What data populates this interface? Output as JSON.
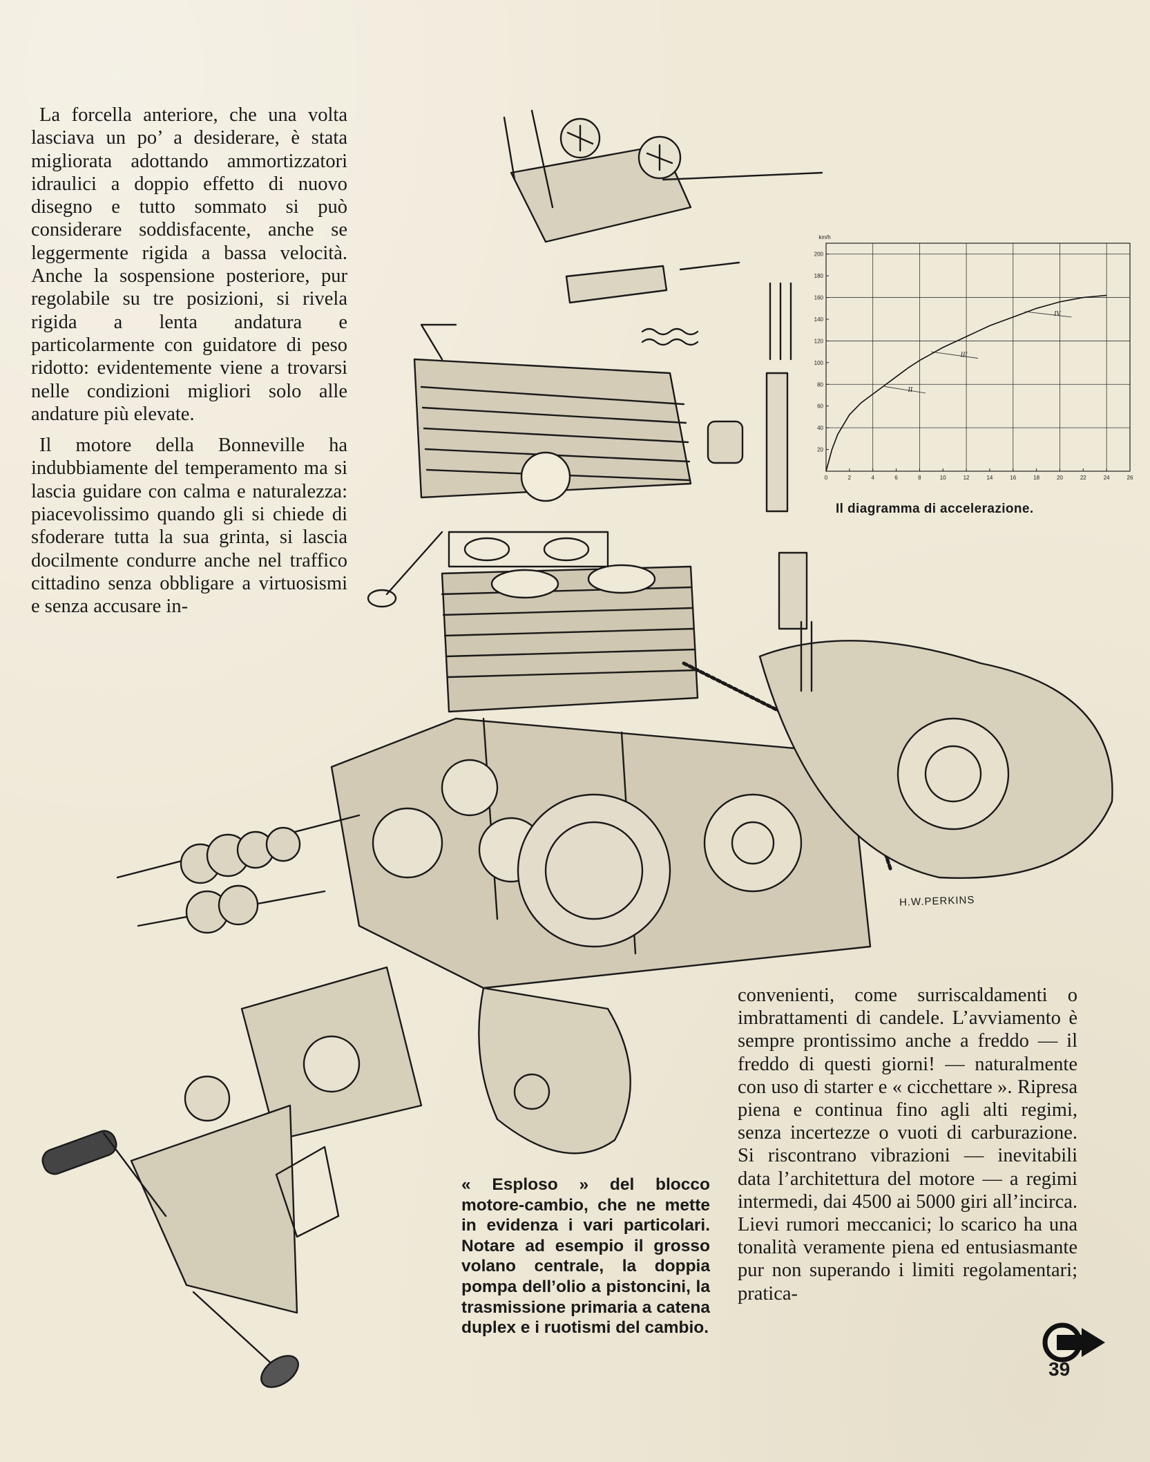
{
  "left_column": {
    "paragraph1": "La forcella anteriore, che una volta lasciava un po’ a desiderare, è stata migliorata adottando ammortizzatori idraulici a doppio effetto di nuovo disegno e tutto sommato si può considerare soddisfacente, anche se leggermente rigida a bassa velocità. Anche la sospensione posteriore, pur regolabile su tre posizioni, si rivela rigida a lenta andatura e particolarmente con guidatore di peso ridotto: evidentemente viene a trovarsi nelle condizioni migliori solo alle andature più elevate.",
    "paragraph2": "Il motore della Bonneville ha indubbiamente del temperamento ma si lascia guidare con calma e naturalezza: piacevolissimo quando gli si chiede di sfoderare tutta la sua grinta, si lascia docilmente condurre anche nel traffico cittadino senza obbligare a virtuosismi e senza accusare in-"
  },
  "right_column": {
    "paragraph": "convenienti, come surriscaldamenti o imbrattamenti di candele. L’avviamento è sempre prontissimo anche a freddo — il freddo di questi giorni! — naturalmente con uso di starter e « cicchettare ». Ripresa piena e continua fino agli alti regimi, senza incertezze o vuoti di carburazione. Si riscontrano vibrazioni — inevitabili data l’architettura del motore — a regimi intermedi, dai 4500 ai 5000 giri all’incirca. Lievi rumori meccanici; lo scarico ha una tonalità veramente piena ed entusiasmante pur non superando i limiti regolamentari; pratica-"
  },
  "engine_caption": "« Esploso » del blocco motore-cambio, che ne mette in evidenza i vari particolari. Notare ad esempio il grosso volano centrale, la doppia pompa dell’olio a pistoncini, la trasmissione primaria a catena duplex e i ruotismi del cambio.",
  "illustration_signature": "H.W.PERKINS",
  "chart_caption": "Il diagramma di accelerazione.",
  "page_number": "39",
  "continue_icon": "arrow-right-icon",
  "chart_data": {
    "type": "line",
    "title": "",
    "ylabel": "km/h",
    "xlabel": "",
    "xlim": [
      0,
      26
    ],
    "ylim": [
      0,
      210
    ],
    "x_ticks": [
      "0",
      "2",
      "4",
      "6",
      "8",
      "10",
      "12",
      "14",
      "16",
      "18",
      "20",
      "22",
      "24",
      "26"
    ],
    "y_ticks": [
      "20",
      "40",
      "60",
      "80",
      "100",
      "120",
      "140",
      "160",
      "180",
      "200"
    ],
    "grid": true,
    "gear_labels": [
      "II",
      "III",
      "IV"
    ],
    "series": [
      {
        "x": [
          0,
          0.5,
          1,
          2,
          3,
          4,
          5,
          6,
          7,
          8,
          9,
          10,
          11,
          12,
          13,
          14,
          15,
          16,
          17,
          18,
          19,
          20,
          21,
          22,
          23,
          24
        ],
        "y": [
          0,
          20,
          34,
          52,
          63,
          71,
          79,
          87,
          95,
          102,
          108,
          114,
          119,
          124,
          129,
          134,
          138,
          142,
          146,
          150,
          153,
          156,
          158,
          160,
          161,
          162
        ]
      }
    ]
  }
}
